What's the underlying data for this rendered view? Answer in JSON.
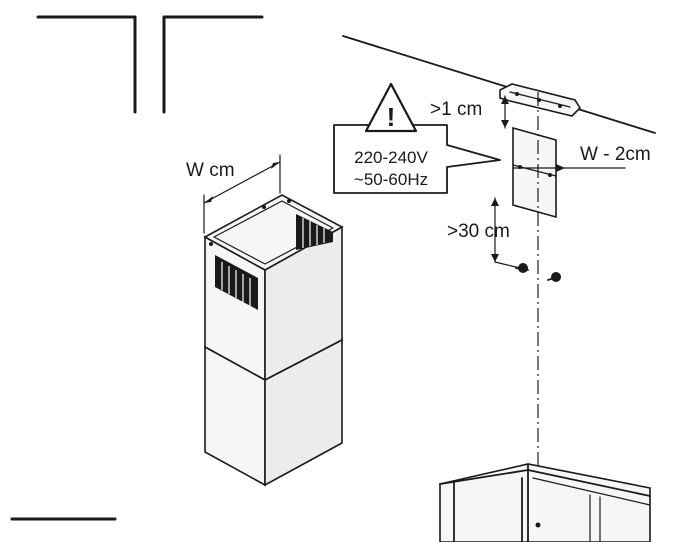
{
  "labels": {
    "chimney_width": "W cm",
    "top_gap": ">1 cm",
    "bracket_width": "W - 2cm",
    "lower_gap": ">30 cm",
    "voltage": "220-240V",
    "frequency": "~50-60Hz",
    "warning_symbol": "!"
  },
  "colors": {
    "line": "#1a1a1a",
    "background": "#ffffff"
  }
}
